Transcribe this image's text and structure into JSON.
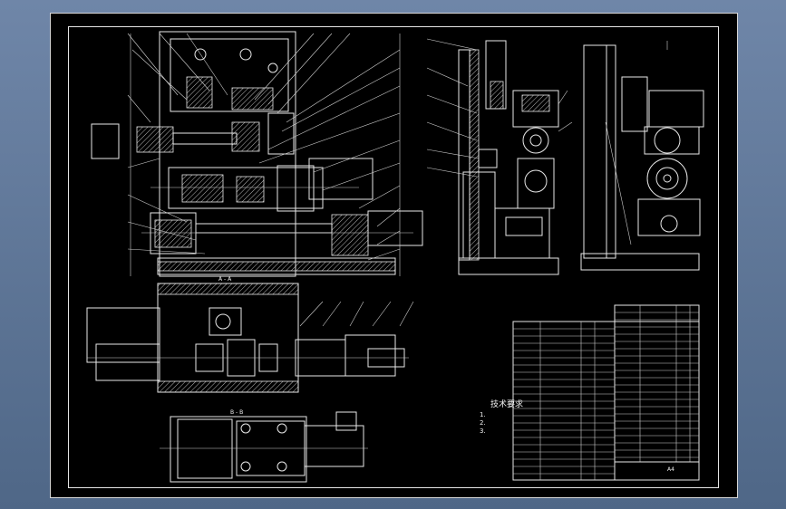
{
  "drawing": {
    "tech_requirements": {
      "title": "技术要求",
      "lines": [
        "1.",
        "2.",
        "3."
      ]
    },
    "section_labels": [
      "A - A",
      "B - B"
    ],
    "sheet_label": "A4"
  }
}
